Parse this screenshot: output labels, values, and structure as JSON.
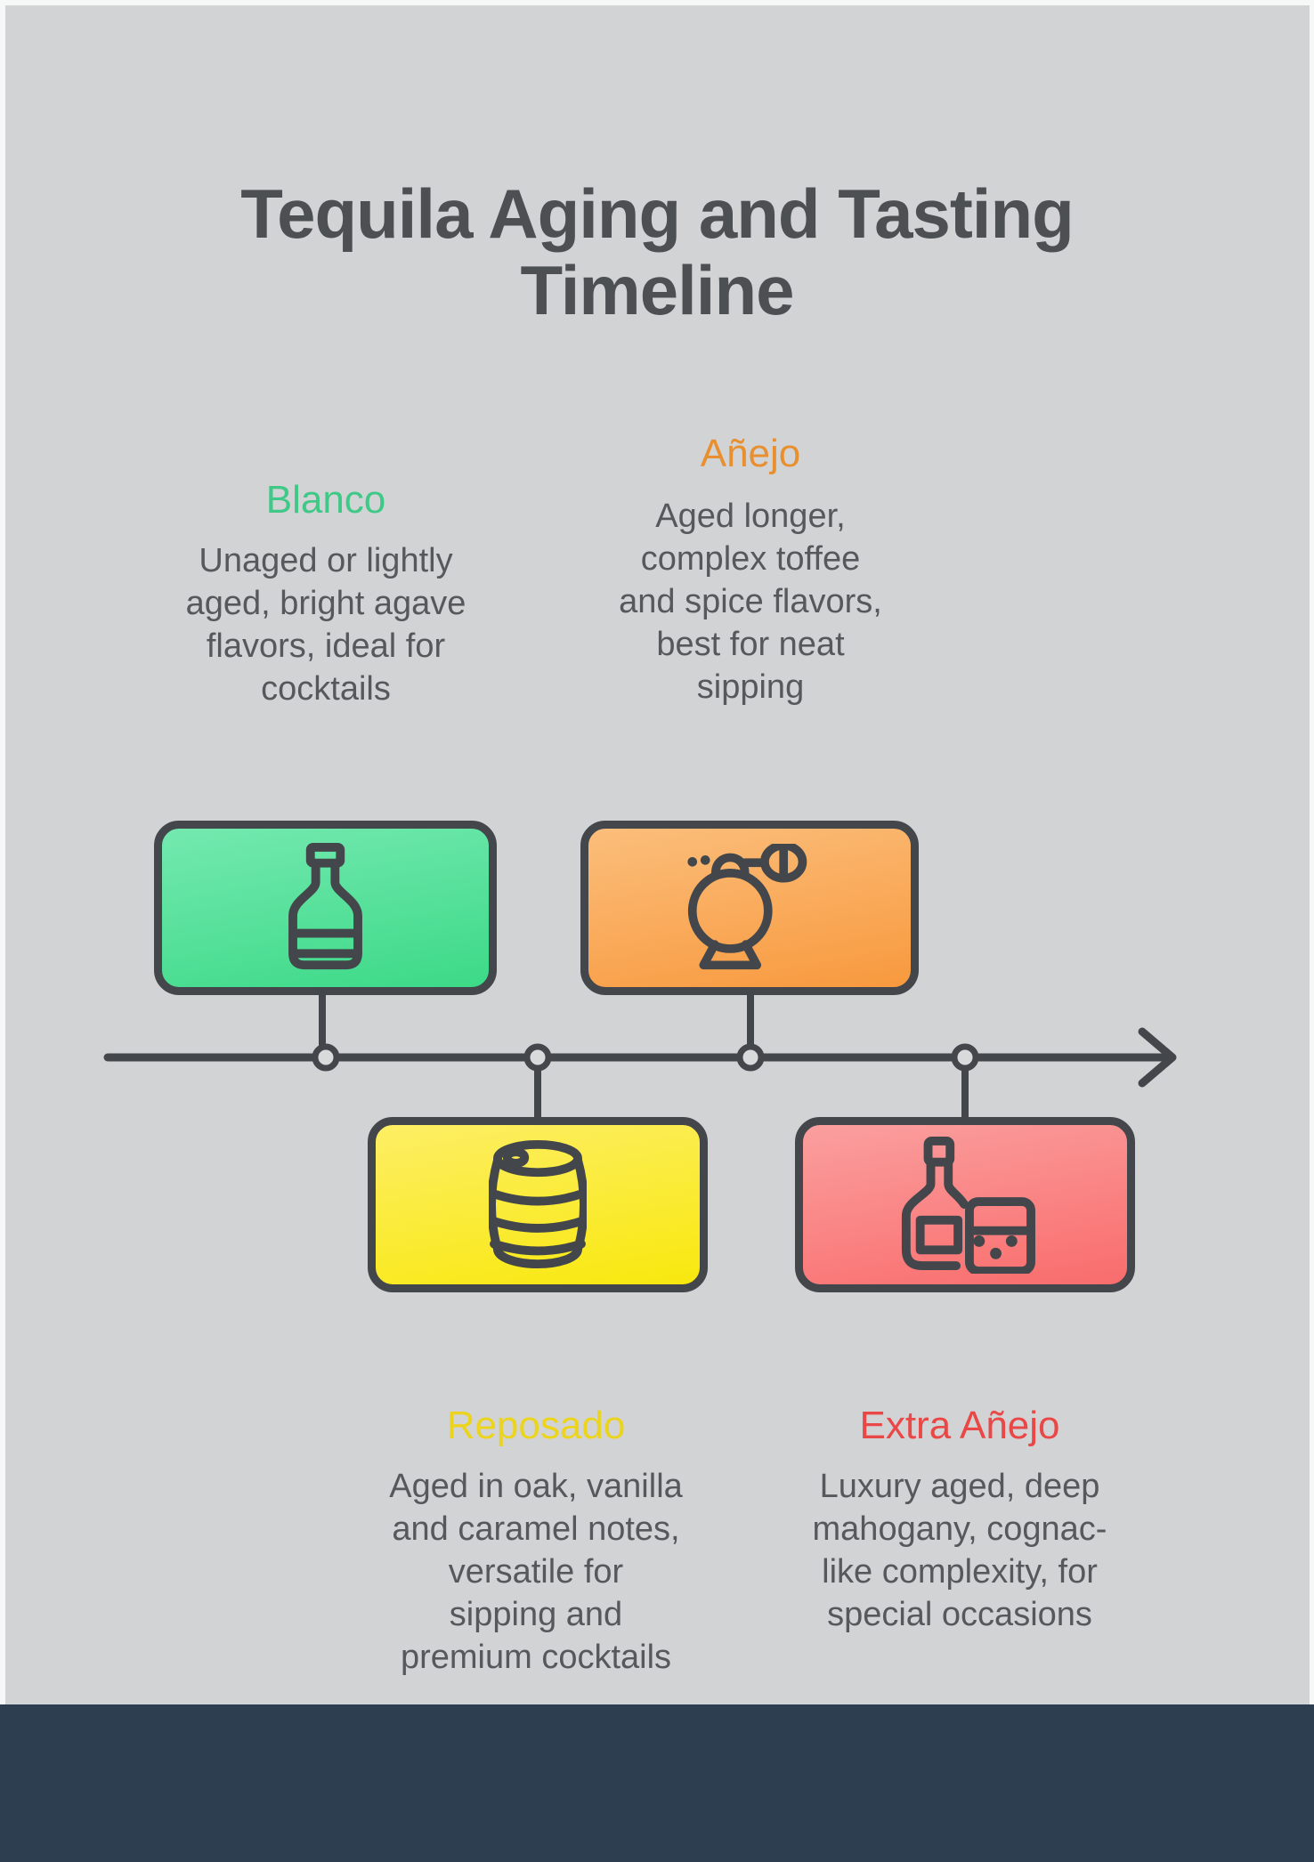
{
  "title": "Tequila Aging and Tasting\nTimeline",
  "colors": {
    "canvas_background": "#d2d3d5",
    "outer_margin": "#f6f8f8",
    "title_text": "#4d5053",
    "body_text": "#56595c",
    "outline_stroke": "#43474b",
    "footer_bar": "#2d3e50"
  },
  "timeline": {
    "type": "horizontal-arrow",
    "direction": "left-to-right",
    "node_count": 4
  },
  "stages": [
    {
      "name": "Blanco",
      "label_color": "#3fc886",
      "description": "Unaged or lightly\naged, bright agave\nflavors, ideal for\ncocktails",
      "icon": "bottle-icon",
      "box_gradient": [
        "#74e9b0",
        "#3cd987"
      ],
      "position": "above-line"
    },
    {
      "name": "Añejo",
      "label_color": "#e89030",
      "description": "Aged longer,\ncomplex toffee\nand spice flavors,\nbest for neat\nsipping",
      "icon": "perfume-atomizer-icon",
      "box_gradient": [
        "#fbbe7b",
        "#f8993e"
      ],
      "position": "above-line"
    },
    {
      "name": "Reposado",
      "label_color": "#ecd41c",
      "description": "Aged in oak, vanilla\nand caramel notes,\nversatile for\nsipping and\npremium cocktails",
      "icon": "barrel-icon",
      "box_gradient": [
        "#fdee65",
        "#f8e80d"
      ],
      "position": "below-line"
    },
    {
      "name": "Extra Añejo",
      "label_color": "#ea4747",
      "description": "Luxury aged, deep\nmahogany, cognac-\nlike complexity, for\nspecial occasions",
      "icon": "bottle-and-glass-icon",
      "box_gradient": [
        "#fb9f9f",
        "#f96c6c"
      ],
      "position": "below-line"
    }
  ]
}
